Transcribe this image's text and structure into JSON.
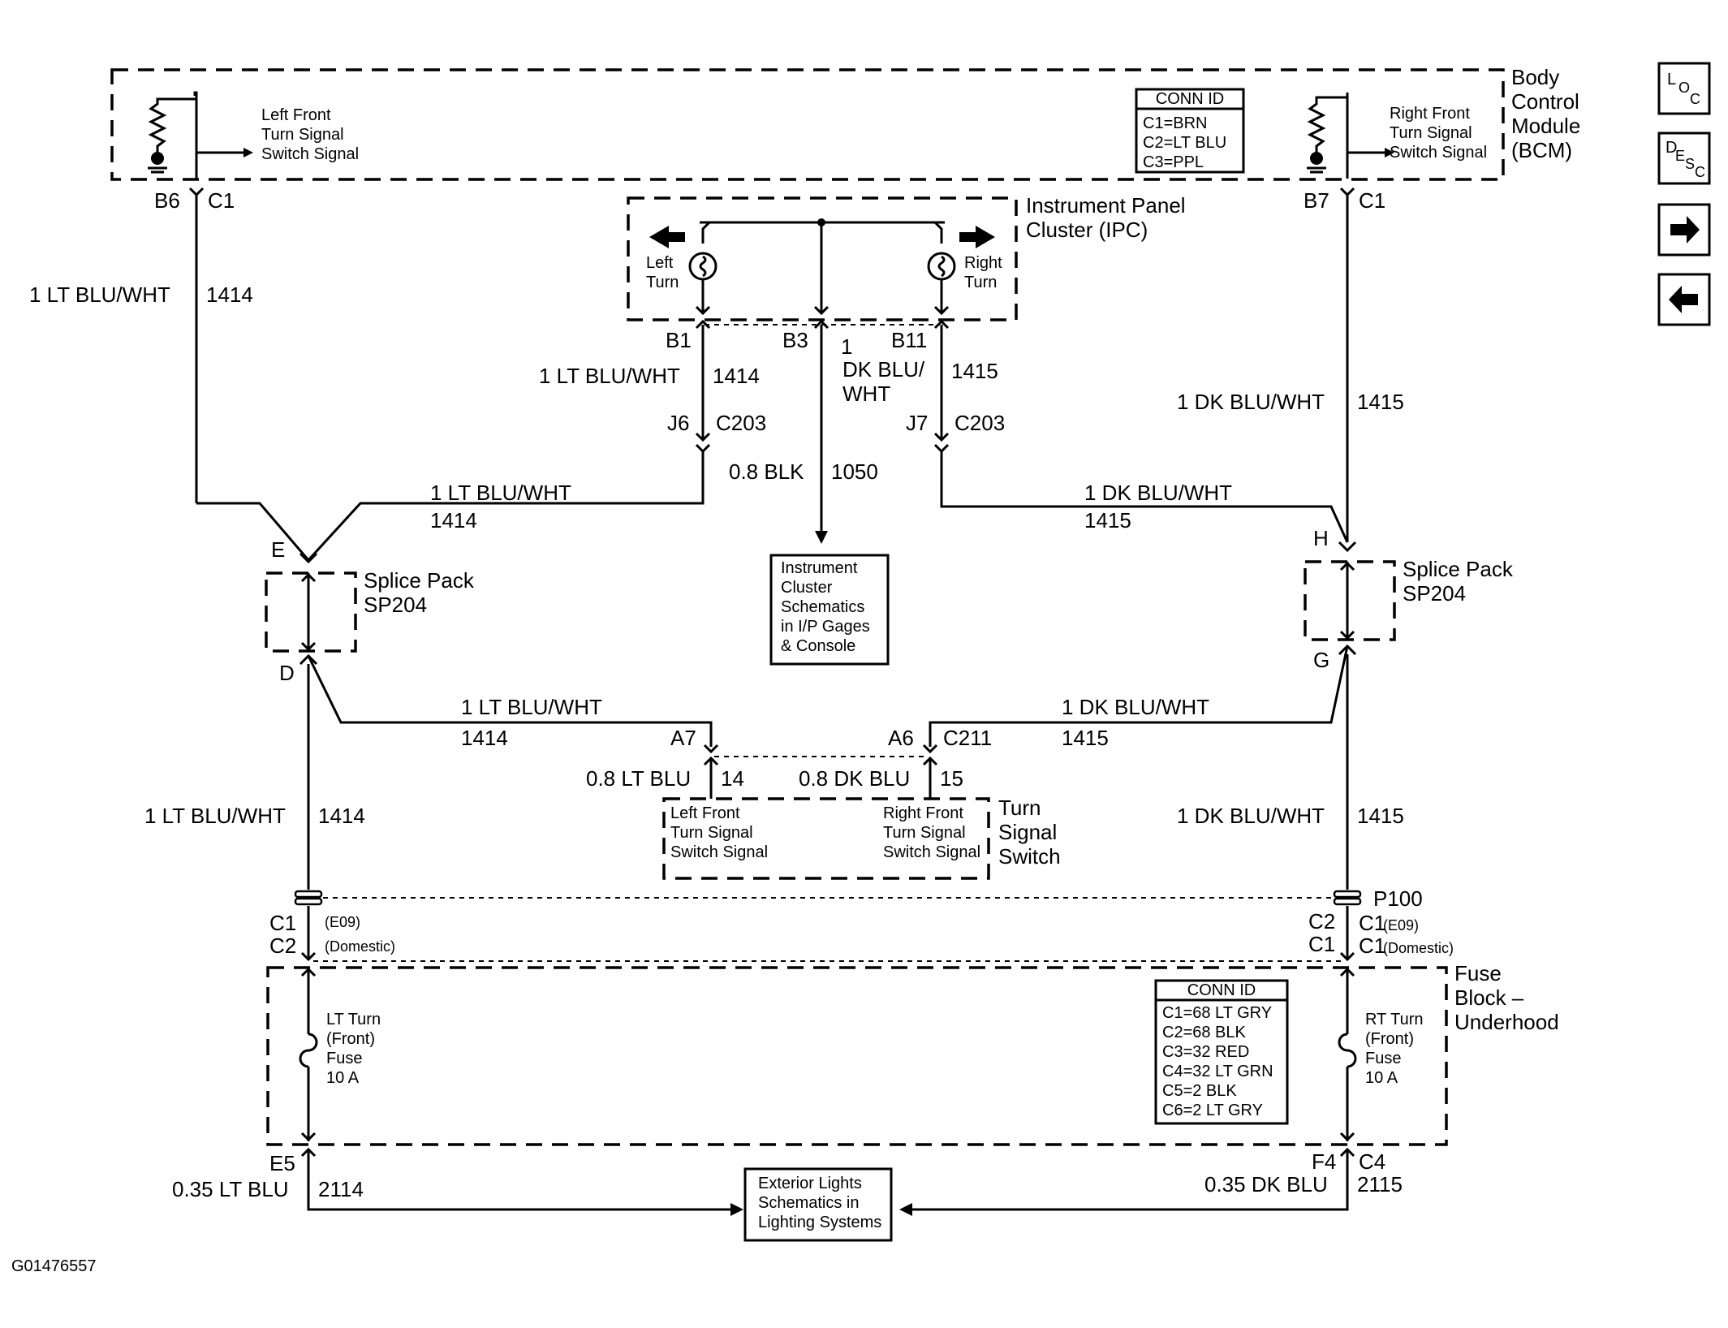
{
  "modules": {
    "bcm": {
      "line1": "Body",
      "line2": "Control",
      "line3": "Module",
      "line4": "(BCM)"
    },
    "ipc": {
      "line1": "Instrument Panel",
      "line2": "Cluster (IPC)"
    },
    "fuse_block": {
      "line1": "Fuse",
      "line2": "Block –",
      "line3": "Underhood"
    },
    "turn_switch": {
      "line1": "Turn",
      "line2": "Signal",
      "line3": "Switch"
    },
    "splice_left": {
      "line1": "Splice Pack",
      "line2": "SP204"
    },
    "splice_right": {
      "line1": "Splice Pack",
      "line2": "SP204"
    }
  },
  "bcm_signals": {
    "left": {
      "line1": "Left Front",
      "line2": "Turn Signal",
      "line3": "Switch Signal"
    },
    "right": {
      "line1": "Right Front",
      "line2": "Turn Signal",
      "line3": "Switch Signal"
    }
  },
  "conn_id_bcm": {
    "title": "CONN ID",
    "rows": [
      "C1=BRN",
      "C2=LT BLU",
      "C3=PPL"
    ]
  },
  "conn_id_fuse": {
    "title": "CONN ID",
    "rows": [
      "C1=68 LT GRY",
      "C2=68 BLK",
      "C3=32 RED",
      "C4=32 LT GRN",
      "C5=2 BLK",
      "C6=2 LT GRY"
    ]
  },
  "ipc_lamps": {
    "left": {
      "line1": "Left",
      "line2": "Turn"
    },
    "right": {
      "line1": "Right",
      "line2": "Turn"
    }
  },
  "pins": {
    "b6": "B6",
    "c1_left": "C1",
    "b7": "B7",
    "c1_right": "C1",
    "b1": "B1",
    "b3": "B3",
    "b11": "B11",
    "j6": "J6",
    "c203_left": "C203",
    "j7": "J7",
    "c203_right": "C203",
    "e": "E",
    "d": "D",
    "h": "H",
    "g": "G",
    "a7": "A7",
    "a6": "A6",
    "c211": "C211",
    "p100": "P100",
    "c1_e09_l": "C1",
    "c2_dom_l": "C2",
    "e09_l": "(E09)",
    "dom_l": "(Domestic)",
    "c2_r": "C2",
    "c1_r": "C1",
    "c1_e09_r": "C1",
    "e09_r": "(E09)",
    "c1_dom_r": "C1",
    "dom_r": "(Domestic)",
    "e5": "E5",
    "f4": "F4",
    "c4": "C4"
  },
  "wires": {
    "bcm_left_color": "1 LT BLU/WHT",
    "bcm_left_circuit": "1414",
    "ipc_left_color": "1 LT BLU/WHT",
    "ipc_left_circuit": "1414",
    "ipc_mid_num": "1",
    "ipc_mid_l1": "DK BLU/",
    "ipc_mid_l2": "WHT",
    "ipc_mid_circuit": "1415",
    "bcm_right_color": "1 DK BLU/WHT",
    "bcm_right_circuit": "1415",
    "gnd_color": "0.8 BLK",
    "gnd_circuit": "1050",
    "join_left_color": "1 LT BLU/WHT",
    "join_left_circuit": "1414",
    "join_right_color": "1 DK BLU/WHT",
    "join_right_circuit": "1415",
    "sw_left_color": "1 LT BLU/WHT",
    "sw_left_circuit": "1414",
    "sw_right_color": "1 DK BLU/WHT",
    "sw_right_circuit": "1415",
    "a7_color": "0.8 LT BLU",
    "a7_circuit": "14",
    "a6_color": "0.8 DK BLU",
    "a6_circuit": "15",
    "low_left_color": "1 LT BLU/WHT",
    "low_left_circuit": "1414",
    "low_right_color": "1 DK BLU/WHT",
    "low_right_circuit": "1415",
    "out_left_color": "0.35 LT BLU",
    "out_left_circuit": "2114",
    "out_right_color": "0.35 DK BLU",
    "out_right_circuit": "2115"
  },
  "switch_signals": {
    "left": {
      "line1": "Left Front",
      "line2": "Turn Signal",
      "line3": "Switch Signal"
    },
    "right": {
      "line1": "Right Front",
      "line2": "Turn Signal",
      "line3": "Switch Signal"
    }
  },
  "fuses": {
    "left": {
      "line1": "LT Turn",
      "line2": "(Front)",
      "line3": "Fuse",
      "line4": "10 A"
    },
    "right": {
      "line1": "RT Turn",
      "line2": "(Front)",
      "line3": "Fuse",
      "line4": "10 A"
    }
  },
  "refs": {
    "instrument": {
      "line1": "Instrument",
      "line2": "Cluster",
      "line3": "Schematics",
      "line4": "in I/P Gages",
      "line5": "& Console"
    },
    "exterior": {
      "line1": "Exterior Lights",
      "line2": "Schematics in",
      "line3": "Lighting Systems"
    }
  },
  "figure_id": "G01476557",
  "nav": {
    "loc": {
      "big": "L",
      "sub": "O",
      "sub2": "C"
    },
    "desc": {
      "big": "D",
      "sub": "E",
      "sub2": "S",
      "sub3": "C"
    },
    "next_icon": "arrow-right-icon",
    "prev_icon": "arrow-left-icon"
  }
}
